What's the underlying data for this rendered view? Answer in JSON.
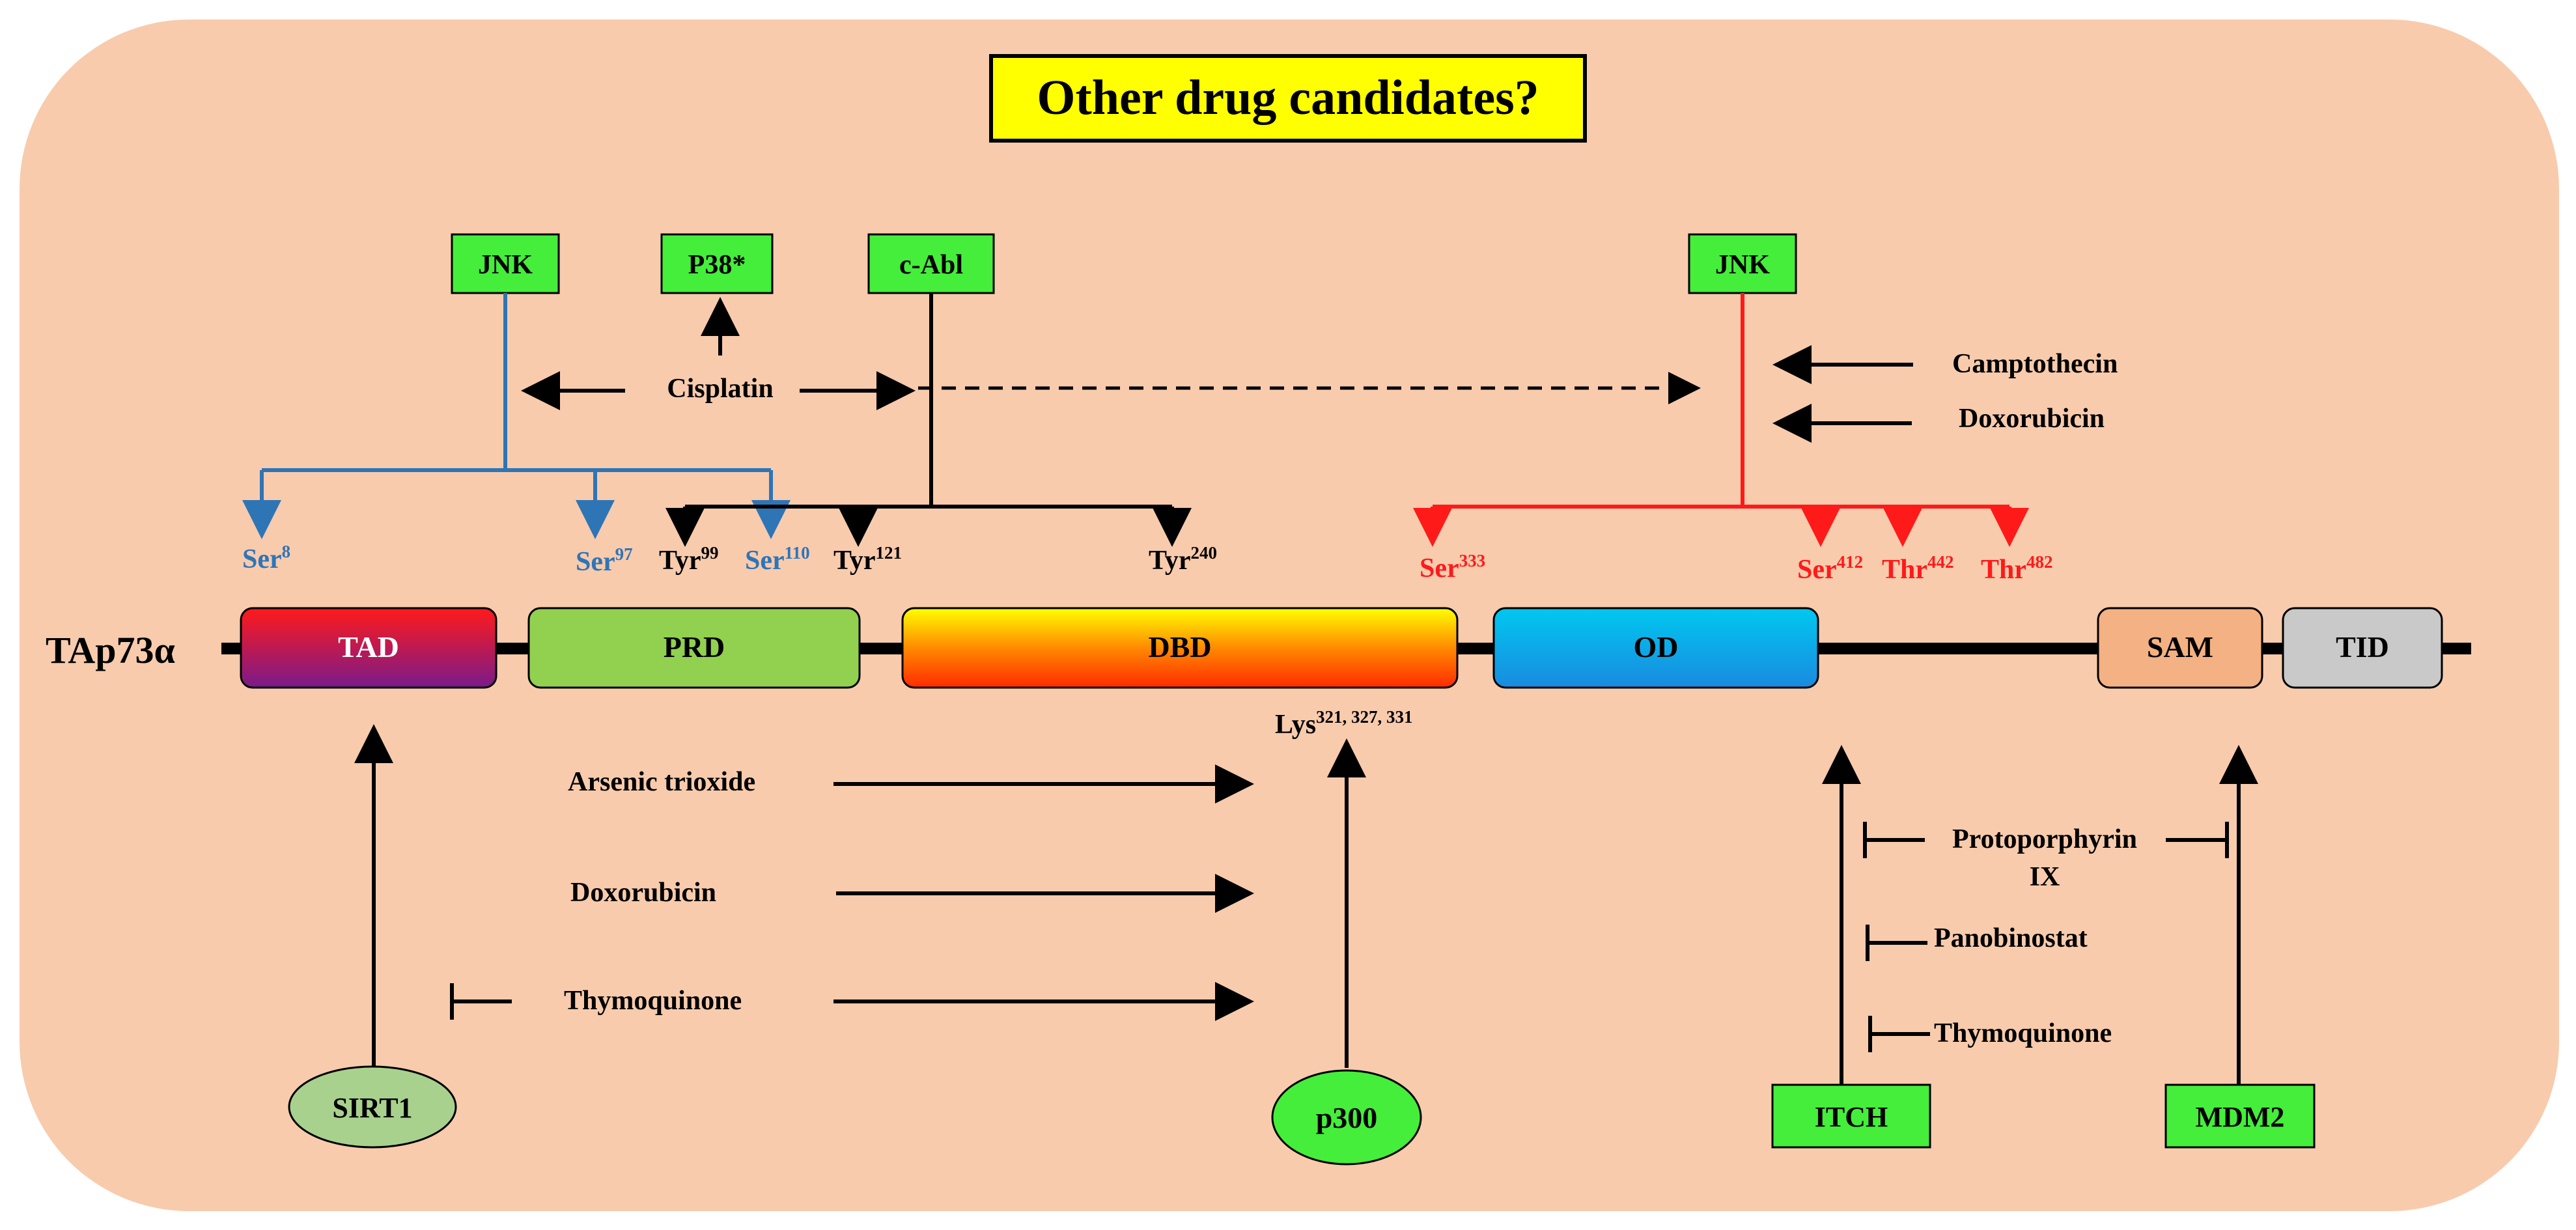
{
  "title": "Other drug candidates?",
  "protein_label": "TAp73α",
  "colors": {
    "background": "#f8cbad",
    "kinase_box": "#44ee3a",
    "title_box": "#ffff00",
    "blue": "#2e75b6",
    "red": "#ff1a1a",
    "black": "#000000"
  },
  "domains": {
    "tad": "TAD",
    "prd": "PRD",
    "dbd": "DBD",
    "od": "OD",
    "sam": "SAM",
    "tid": "TID"
  },
  "kinases": {
    "jnk_left": "JNK",
    "p38": "P38*",
    "cabl": "c-Abl",
    "jnk_right": "JNK"
  },
  "drugs": {
    "cisplatin": "Cisplatin",
    "camptothecin": "Camptothecin",
    "doxorubicin_top": "Doxorubicin",
    "arsenic_trioxide": "Arsenic trioxide",
    "doxorubicin_mid": "Doxorubicin",
    "thymoquinone_mid": "Thymoquinone",
    "protoporphyrin_line1": "Protoporphyrin",
    "protoporphyrin_line2": "IX",
    "panobinostat": "Panobinostat",
    "thymoquinone_right": "Thymoquinone"
  },
  "sites": {
    "ser8": {
      "res": "Ser",
      "num": "8"
    },
    "ser97": {
      "res": "Ser",
      "num": "97"
    },
    "tyr99": {
      "res": "Tyr",
      "num": "99"
    },
    "ser110": {
      "res": "Ser",
      "num": "110"
    },
    "tyr121": {
      "res": "Tyr",
      "num": "121"
    },
    "tyr240": {
      "res": "Tyr",
      "num": "240"
    },
    "ser333": {
      "res": "Ser",
      "num": "333"
    },
    "ser412": {
      "res": "Ser",
      "num": "412"
    },
    "thr442": {
      "res": "Thr",
      "num": "442"
    },
    "thr482": {
      "res": "Thr",
      "num": "482"
    },
    "lys": {
      "res": "Lys",
      "num": "321, 327, 331"
    }
  },
  "enzymes": {
    "sirt1": "SIRT1",
    "p300": "p300",
    "itch": "ITCH",
    "mdm2": "MDM2"
  }
}
